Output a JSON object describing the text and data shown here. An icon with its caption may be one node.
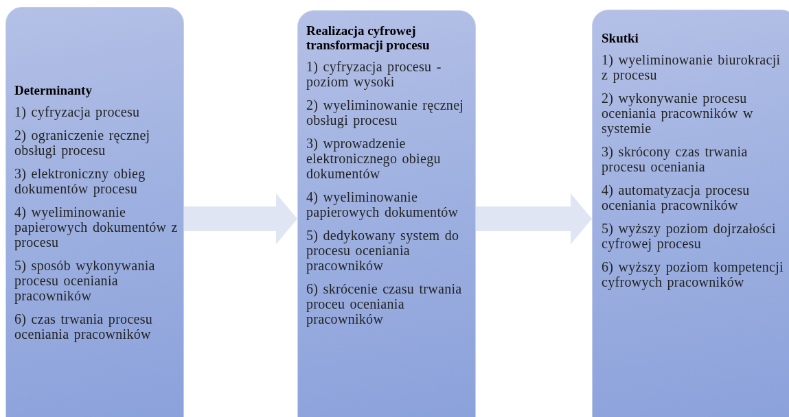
{
  "diagram": {
    "nodes": [
      {
        "text": [
          "Determinanty",
          "1) cyfryzacja procesu",
          "2) ograniczenie ręcznej obsługi procesu",
          "3) elektroniczny obieg dokumentów procesu",
          "4) wyeliminowanie papierowych dokumentów z procesu",
          "5) sposób wykonywania procesu oceniania pracowników",
          "6) czas trwania procesu oceniania pracowników"
        ]
      },
      {
        "text": [
          "Realizacja cyfrowej transformacji procesu",
          "1) cyfryzacja procesu - poziom wysoki",
          "2) wyeliminowanie ręcznej obsługi procesu",
          "3) wprowadzenie elektronicznego obiegu dokumentów",
          "4) wyeliminowanie papierowych dokumentów",
          "5) dedykowany system do procesu oceniania pracowników",
          "6) skrócenie czasu trwania proceu oceniania pracowników"
        ]
      },
      {
        "text": [
          "Skutki",
          "1) wyeliminowanie biurokracji z procesu",
          "2) wykonywanie procesu oceniania pracowników w systemie",
          "3) skrócony czas trwania procesu oceniania",
          "4) automatyzacja procesu oceniania pracowników",
          "5) wyższy poziom dojrzałości cyfrowej procesu",
          "6) wyższy poziom kompetencji cyfrowych pracowników"
        ]
      }
    ],
    "edges": [
      {
        "from": 0,
        "to": 1,
        "arrow": "to"
      },
      {
        "from": 1,
        "to": 2,
        "arrow": "to"
      }
    ]
  }
}
